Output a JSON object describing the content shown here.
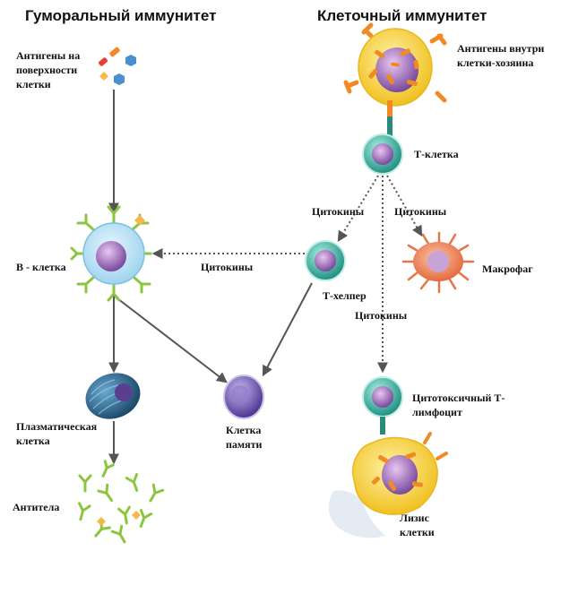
{
  "titles": {
    "humoral": "Гуморальный иммунитет",
    "cellular": "Клеточный иммунитет"
  },
  "labels": {
    "surface_antigens": "Антигены на\nповерхности\nклетки",
    "b_cell": "В - клетка",
    "cytokines_left": "Цитокины",
    "plasma_cell": "Плазматическая\nклетка",
    "antibodies": "Антитела",
    "memory_cell": "Клетка\nпамяти",
    "intracellular_antigens": "Антигены внутри\nклетки-хозяина",
    "t_cell": "Т-клетка",
    "cytokines_a": "Цитокины",
    "cytokines_b": "Цитокины",
    "t_helper": "Т-хелпер",
    "macrophage": "Макрофаг",
    "cytokines_c": "Цитокины",
    "cytotoxic": "Цитотоксичный Т-\nлимфоцит",
    "lysis": "Лизис\nклетки"
  },
  "colors": {
    "arrow": "#555555",
    "b_cell_membrane": "#bfe3f4",
    "t_cell_membrane": "#3fb7a4",
    "nucleus": "#9a6fb3",
    "infected_cell": "#f4d33a",
    "receptor": "#8cc63f",
    "antigen_orange": "#f08a24",
    "antigen_blue": "#4a8fd0",
    "plasma_cell": "#2d6f9a",
    "memory_cell": "#7058a8",
    "macrophage": "#e8744a"
  }
}
